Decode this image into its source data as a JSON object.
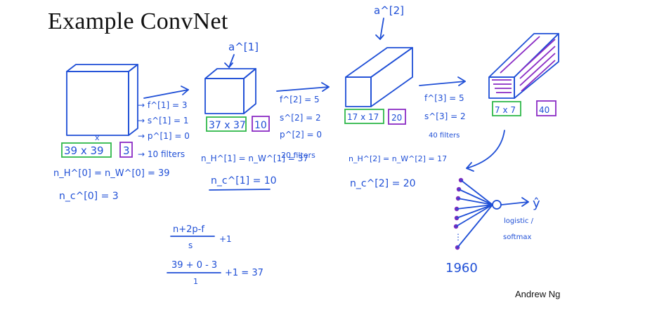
{
  "slide": {
    "title": "Example ConvNet",
    "author": "Andrew Ng"
  },
  "layer0": {
    "size": "39 x 39",
    "channels": "3",
    "nh": "n_H^[0] = n_W^[0] = 39",
    "nc": "n_c^[0] = 3"
  },
  "conv1": {
    "f": "→ f^[1] = 3",
    "s": "→ s^[1] = 1",
    "p": "→ p^[1] = 0",
    "filters": "→ 10 filters"
  },
  "layer1": {
    "activation": "a^[1]",
    "size": "37 x 37",
    "channels": "10",
    "nh": "n_H^[1] = n_W^[1] = 37",
    "nc": "n_c^[1] = 10"
  },
  "conv2": {
    "f": "f^[2] = 5",
    "s": "s^[2] = 2",
    "p": "p^[2] = 0",
    "filters": "20 filters"
  },
  "layer2": {
    "activation": "a^[2]",
    "size": "17 x 17",
    "channels": "20",
    "nh": "n_H^[2] = n_W^[2] = 17",
    "nc": "n_c^[2] = 20"
  },
  "conv3": {
    "f": "f^[3] = 5",
    "s": "s^[3] = 2",
    "filters": "40 filters"
  },
  "layer3": {
    "size": "7 x 7",
    "channels": "40"
  },
  "output": {
    "units": "1960",
    "yhat": "ŷ",
    "activation_top": "logistic /",
    "activation_bottom": "softmax"
  },
  "formula": {
    "general_numerator": "n+2p-f",
    "general_denominator": "s",
    "general_tail": "+1",
    "example_numerator": "39 + 0 - 3",
    "example_denominator": "1",
    "example_tail": "+1 = 37"
  }
}
